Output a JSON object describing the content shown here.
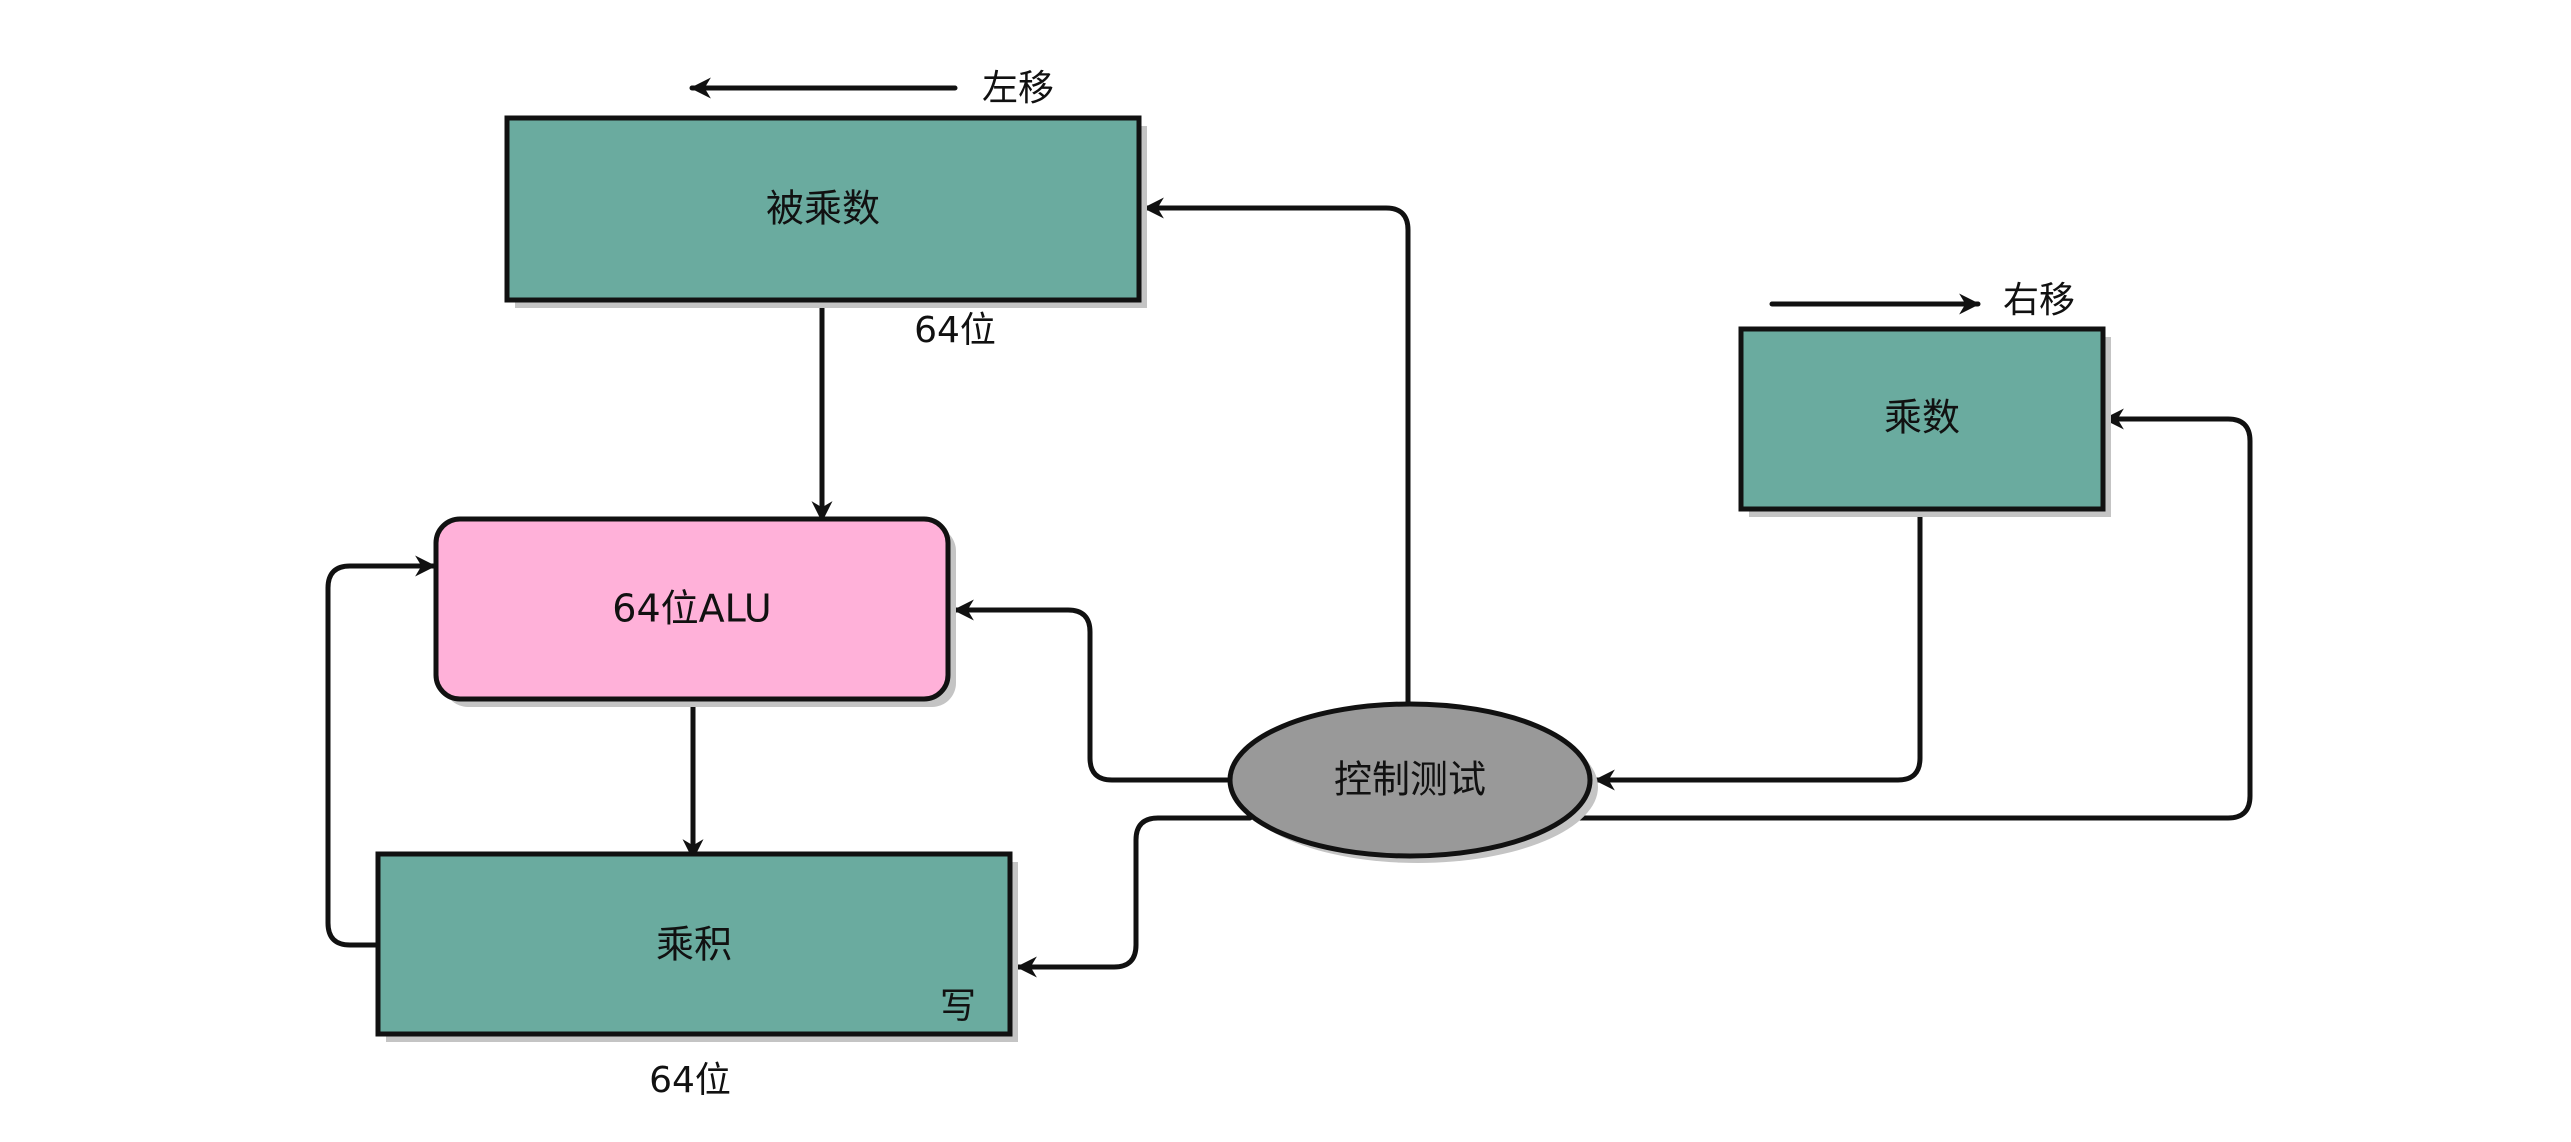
{
  "colors": {
    "register_fill": "#6aab9f",
    "alu_fill": "#ffb1d9",
    "control_fill": "#999999",
    "stroke": "#111111",
    "shadow": "#c4c4c4",
    "background": "#ffffff"
  },
  "nodes": {
    "multiplicand": {
      "label": "被乘数",
      "width_label": "64位",
      "shift_label": "左移"
    },
    "multiplier": {
      "label": "乘数",
      "shift_label": "右移"
    },
    "alu": {
      "label": "64位ALU"
    },
    "product": {
      "label": "乘积",
      "width_label": "64位",
      "write_label": "写"
    },
    "control": {
      "label": "控制测试"
    }
  },
  "edges": [
    {
      "from": "被乘数",
      "to": "64位ALU"
    },
    {
      "from": "64位ALU",
      "to": "乘积"
    },
    {
      "from": "乘积",
      "to": "64位ALU"
    },
    {
      "from": "控制测试",
      "to": "被乘数"
    },
    {
      "from": "控制测试",
      "to": "64位ALU"
    },
    {
      "from": "控制测试",
      "to": "乘积"
    },
    {
      "from": "乘数",
      "to": "控制测试"
    },
    {
      "from": "控制测试",
      "to": "乘数"
    }
  ]
}
